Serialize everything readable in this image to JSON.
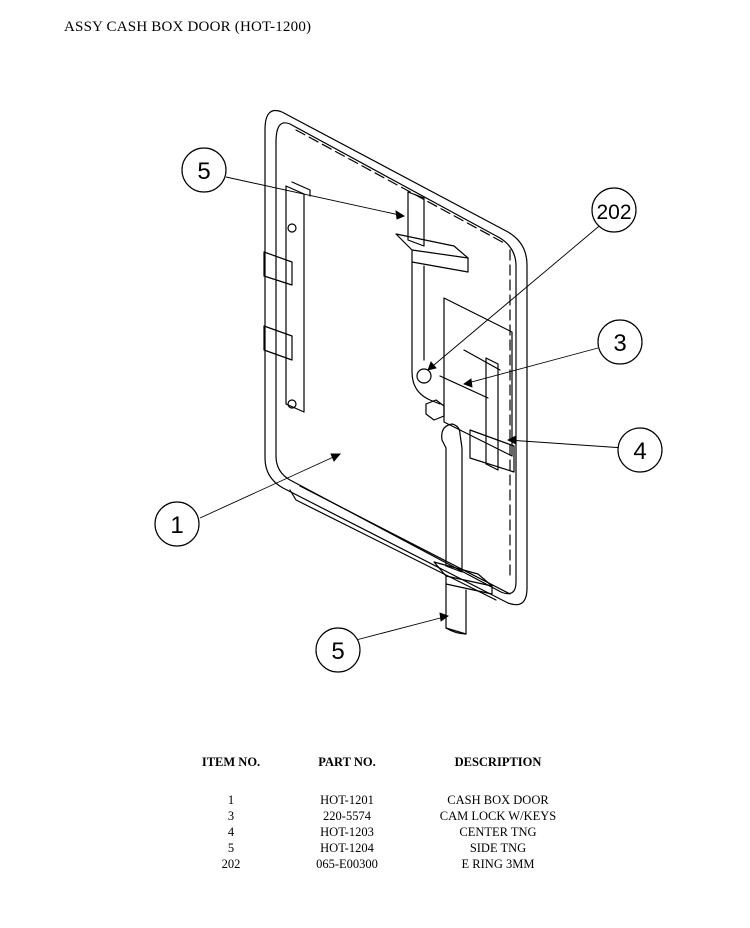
{
  "title": "ASSY CASH BOX DOOR (HOT-1200)",
  "callouts": [
    {
      "label": "5"
    },
    {
      "label": "202"
    },
    {
      "label": "3"
    },
    {
      "label": "4"
    },
    {
      "label": "1"
    },
    {
      "label": "5"
    }
  ],
  "parts_table": {
    "headers": [
      "ITEM NO.",
      "PART NO.",
      "DESCRIPTION"
    ],
    "rows": [
      {
        "item": "1",
        "part": "HOT-1201",
        "description": "CASH BOX DOOR"
      },
      {
        "item": "3",
        "part": "220-5574",
        "description": "CAM LOCK W/KEYS"
      },
      {
        "item": "4",
        "part": "HOT-1203",
        "description": "CENTER TNG"
      },
      {
        "item": "5",
        "part": "HOT-1204",
        "description": "SIDE TNG"
      },
      {
        "item": "202",
        "part": "065-E00300",
        "description": "E RING 3MM"
      }
    ]
  }
}
